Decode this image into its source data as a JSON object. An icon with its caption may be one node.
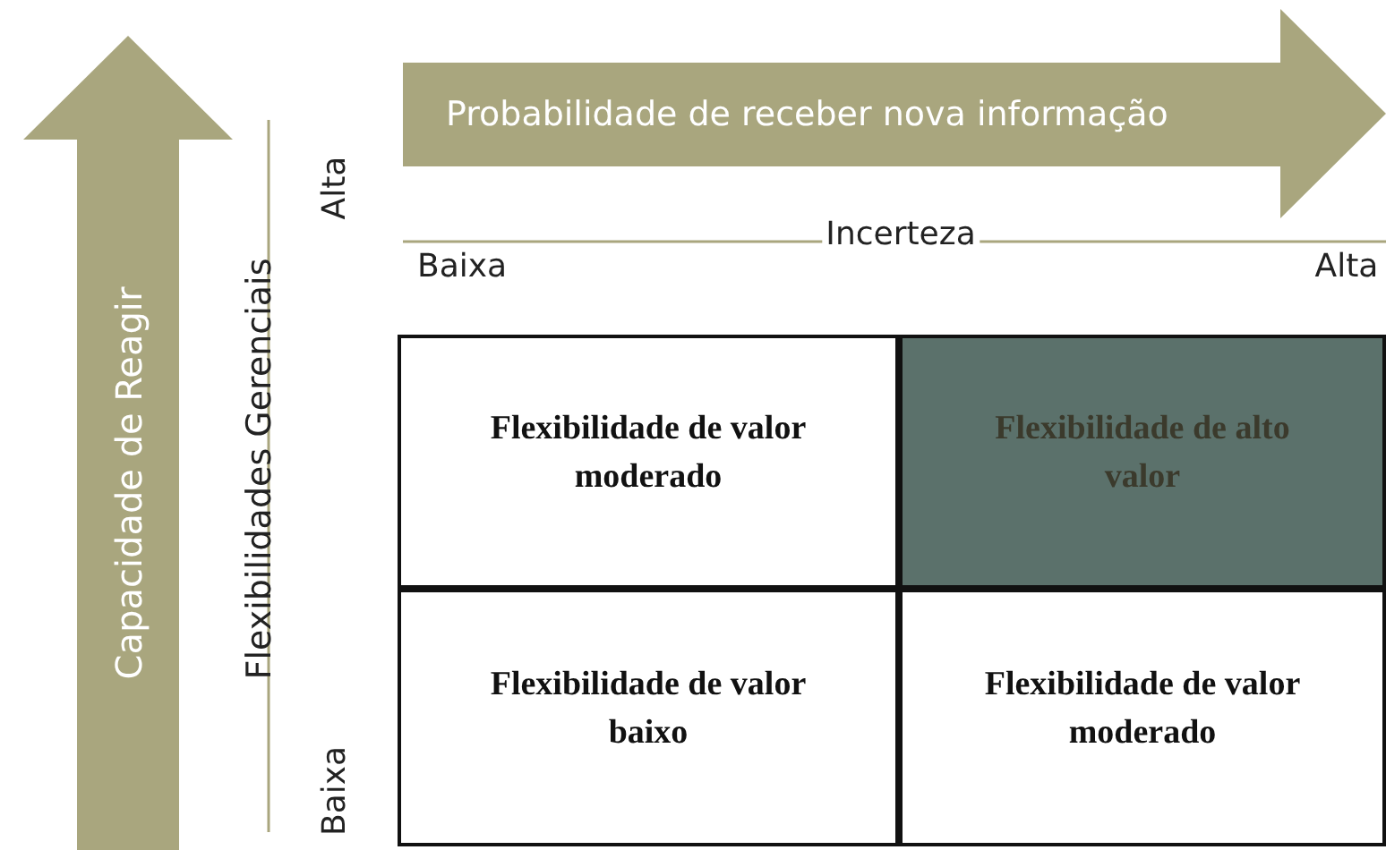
{
  "diagram": {
    "nodes": [
      {
        "text": [
          "Capacidade de Reagir"
        ]
      },
      {
        "text": [
          "Probabilidade de receber nova informação"
        ]
      },
      {
        "text": [
          "Flexibilidade de valor moderado"
        ]
      },
      {
        "text": [
          "Flexibilidade de alto valor"
        ]
      },
      {
        "text": [
          "Flexibilidade de valor baixo"
        ]
      },
      {
        "text": [
          "Flexibilidade de valor moderado"
        ]
      }
    ],
    "edges": [],
    "labels": [
      "Flexibilidades Gerenciais",
      "Alta",
      "Baixa",
      "Incerteza",
      "Baixa",
      "Alta"
    ]
  }
}
